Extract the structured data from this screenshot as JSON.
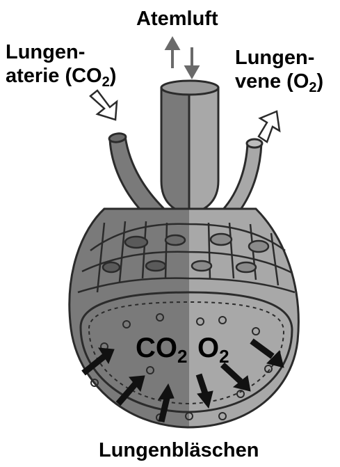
{
  "labels": {
    "top": "Atemluft",
    "left_line1": "Lungen-",
    "left_line2": "aterie (CO",
    "left_sub": "2",
    "left_end": ")",
    "right_line1": "Lungen-",
    "right_line2": "vene (O",
    "right_sub": "2",
    "right_end": ")",
    "bottom": "Lungenbläschen"
  },
  "gases": {
    "co2_main": "CO",
    "co2_sub": "2",
    "o2_main": "O",
    "o2_sub": "2"
  },
  "colors": {
    "left_shade": "#7a7a7a",
    "right_shade": "#a8a8a8",
    "outline": "#2b2b2b",
    "arrows": "#111111",
    "hollow_arrows": "#ffffff"
  }
}
